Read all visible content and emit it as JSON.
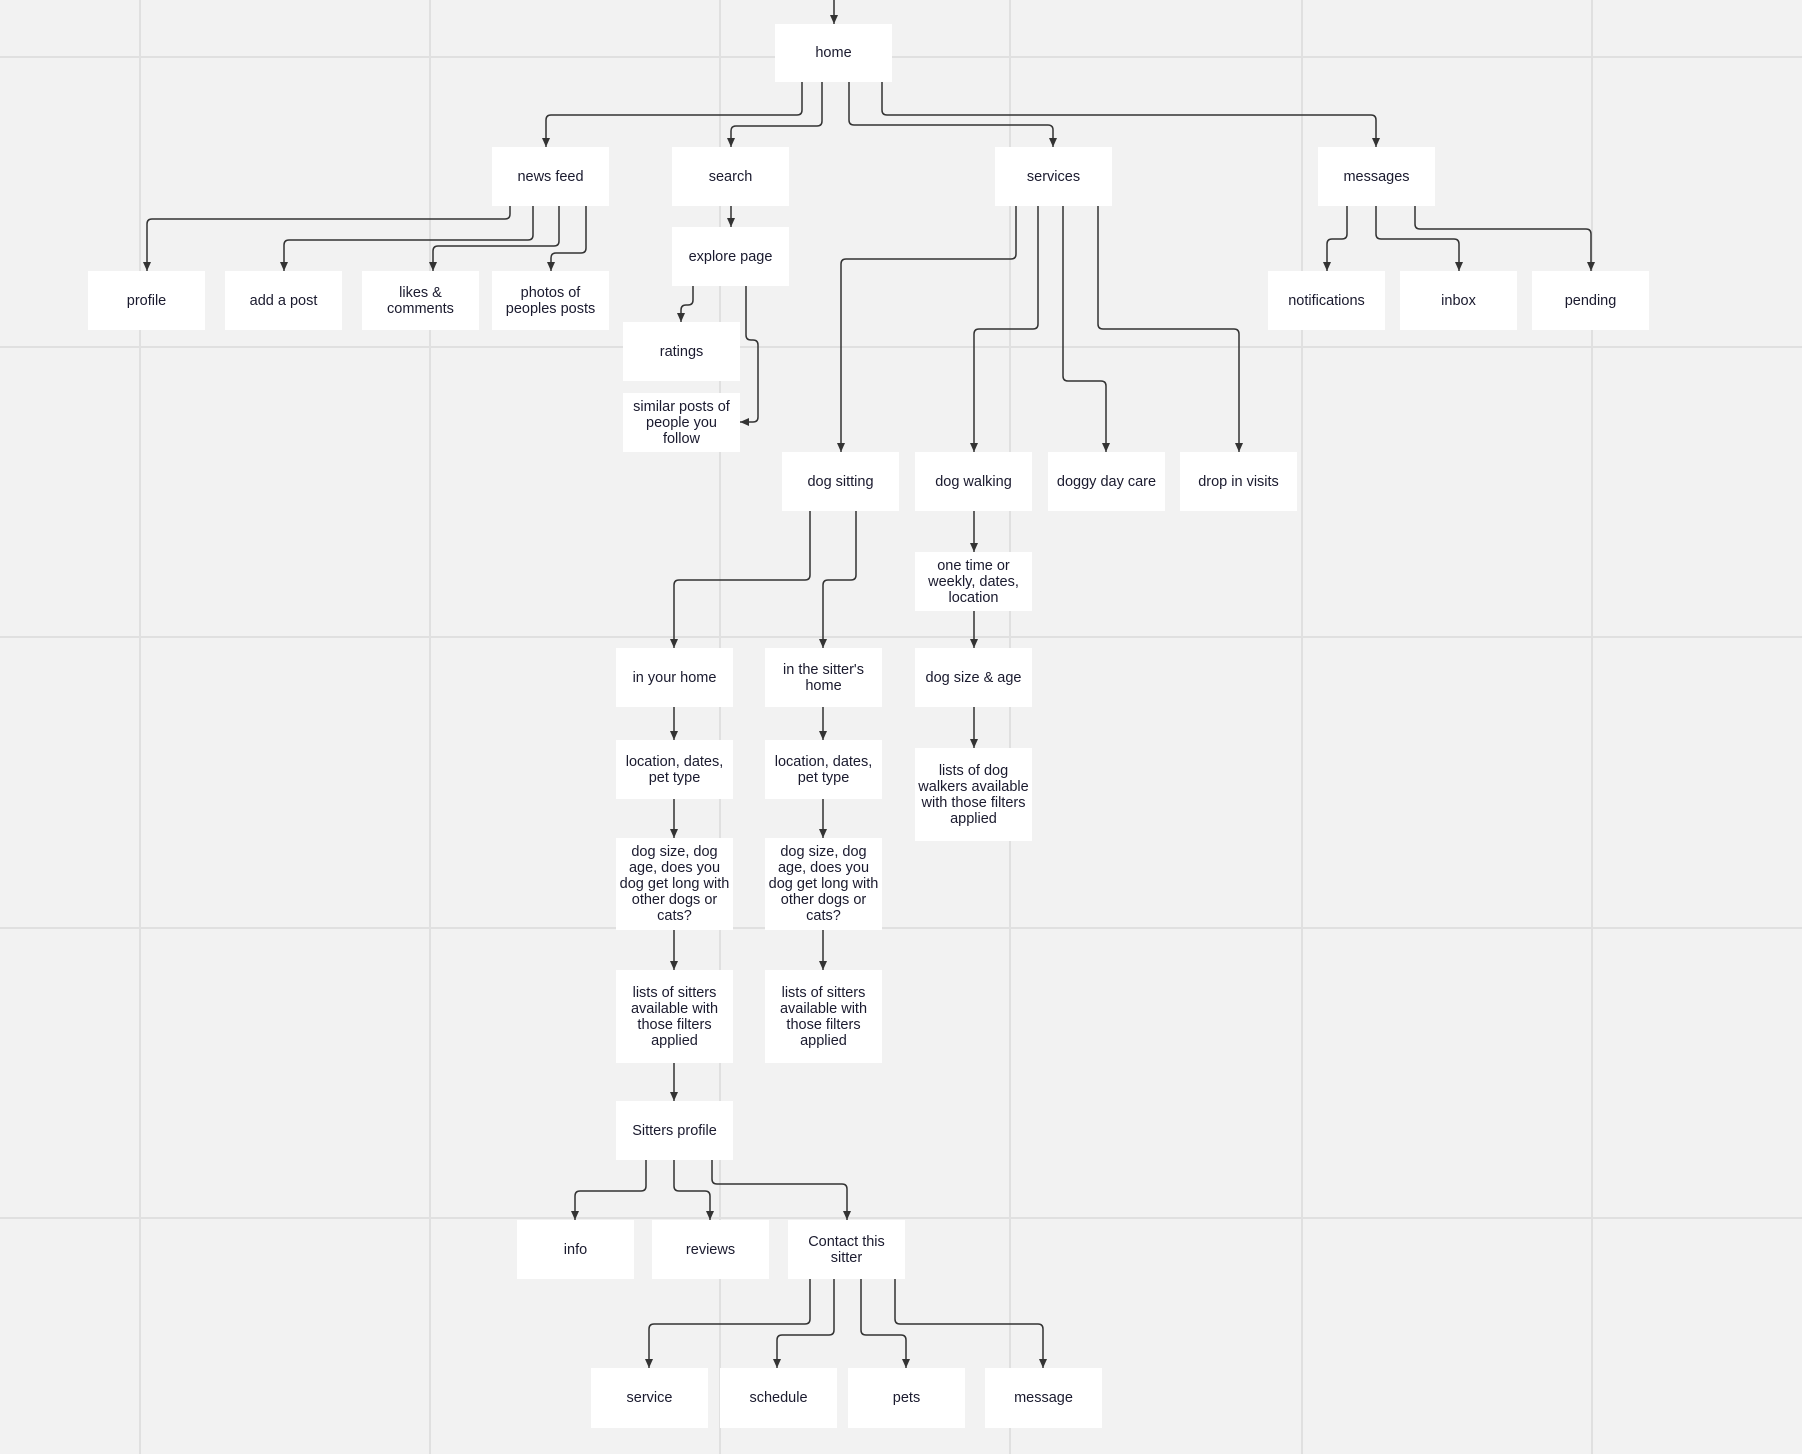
{
  "colors": {
    "background": "#f2f2f2",
    "grid_line": "#e0e0e0",
    "node_fill": "#ffffff",
    "node_text": "#1a1a2e",
    "connector": "#333333"
  },
  "nodes": {
    "home": "home",
    "news_feed": "news feed",
    "search": "search",
    "services": "services",
    "messages": "messages",
    "profile": "profile",
    "add_a_post": "add a post",
    "likes_comments": "likes & comments",
    "photos_of_peoples_posts": "photos of peoples posts",
    "explore_page": "explore page",
    "ratings": "ratings",
    "similar_posts": "similar posts of people you follow",
    "notifications": "notifications",
    "inbox": "inbox",
    "pending": "pending",
    "dog_sitting": "dog sitting",
    "dog_walking": "dog walking",
    "doggy_day_care": "doggy day care",
    "drop_in_visits": "drop in visits",
    "walk_schedule": "one time or weekly, dates, location",
    "walk_dog_size_age": "dog size & age",
    "walk_list": "lists of dog walkers available with those filters applied",
    "in_your_home": "in your home",
    "in_sitters_home": "in the sitter's home",
    "yh_location": "location, dates, pet type",
    "sh_location": "location, dates, pet type",
    "yh_dog_questions": "dog size, dog age, does you dog get long with other dogs or cats?",
    "sh_dog_questions": "dog size, dog age, does you dog get long with other dogs or cats?",
    "yh_list": "lists of sitters available with those filters applied",
    "sh_list": "lists of sitters available with those filters applied",
    "sitters_profile": "Sitters profile",
    "info": "info",
    "reviews": "reviews",
    "contact_this_sitter": "Contact this sitter",
    "service": "service",
    "schedule": "schedule",
    "pets": "pets",
    "message": "message"
  }
}
